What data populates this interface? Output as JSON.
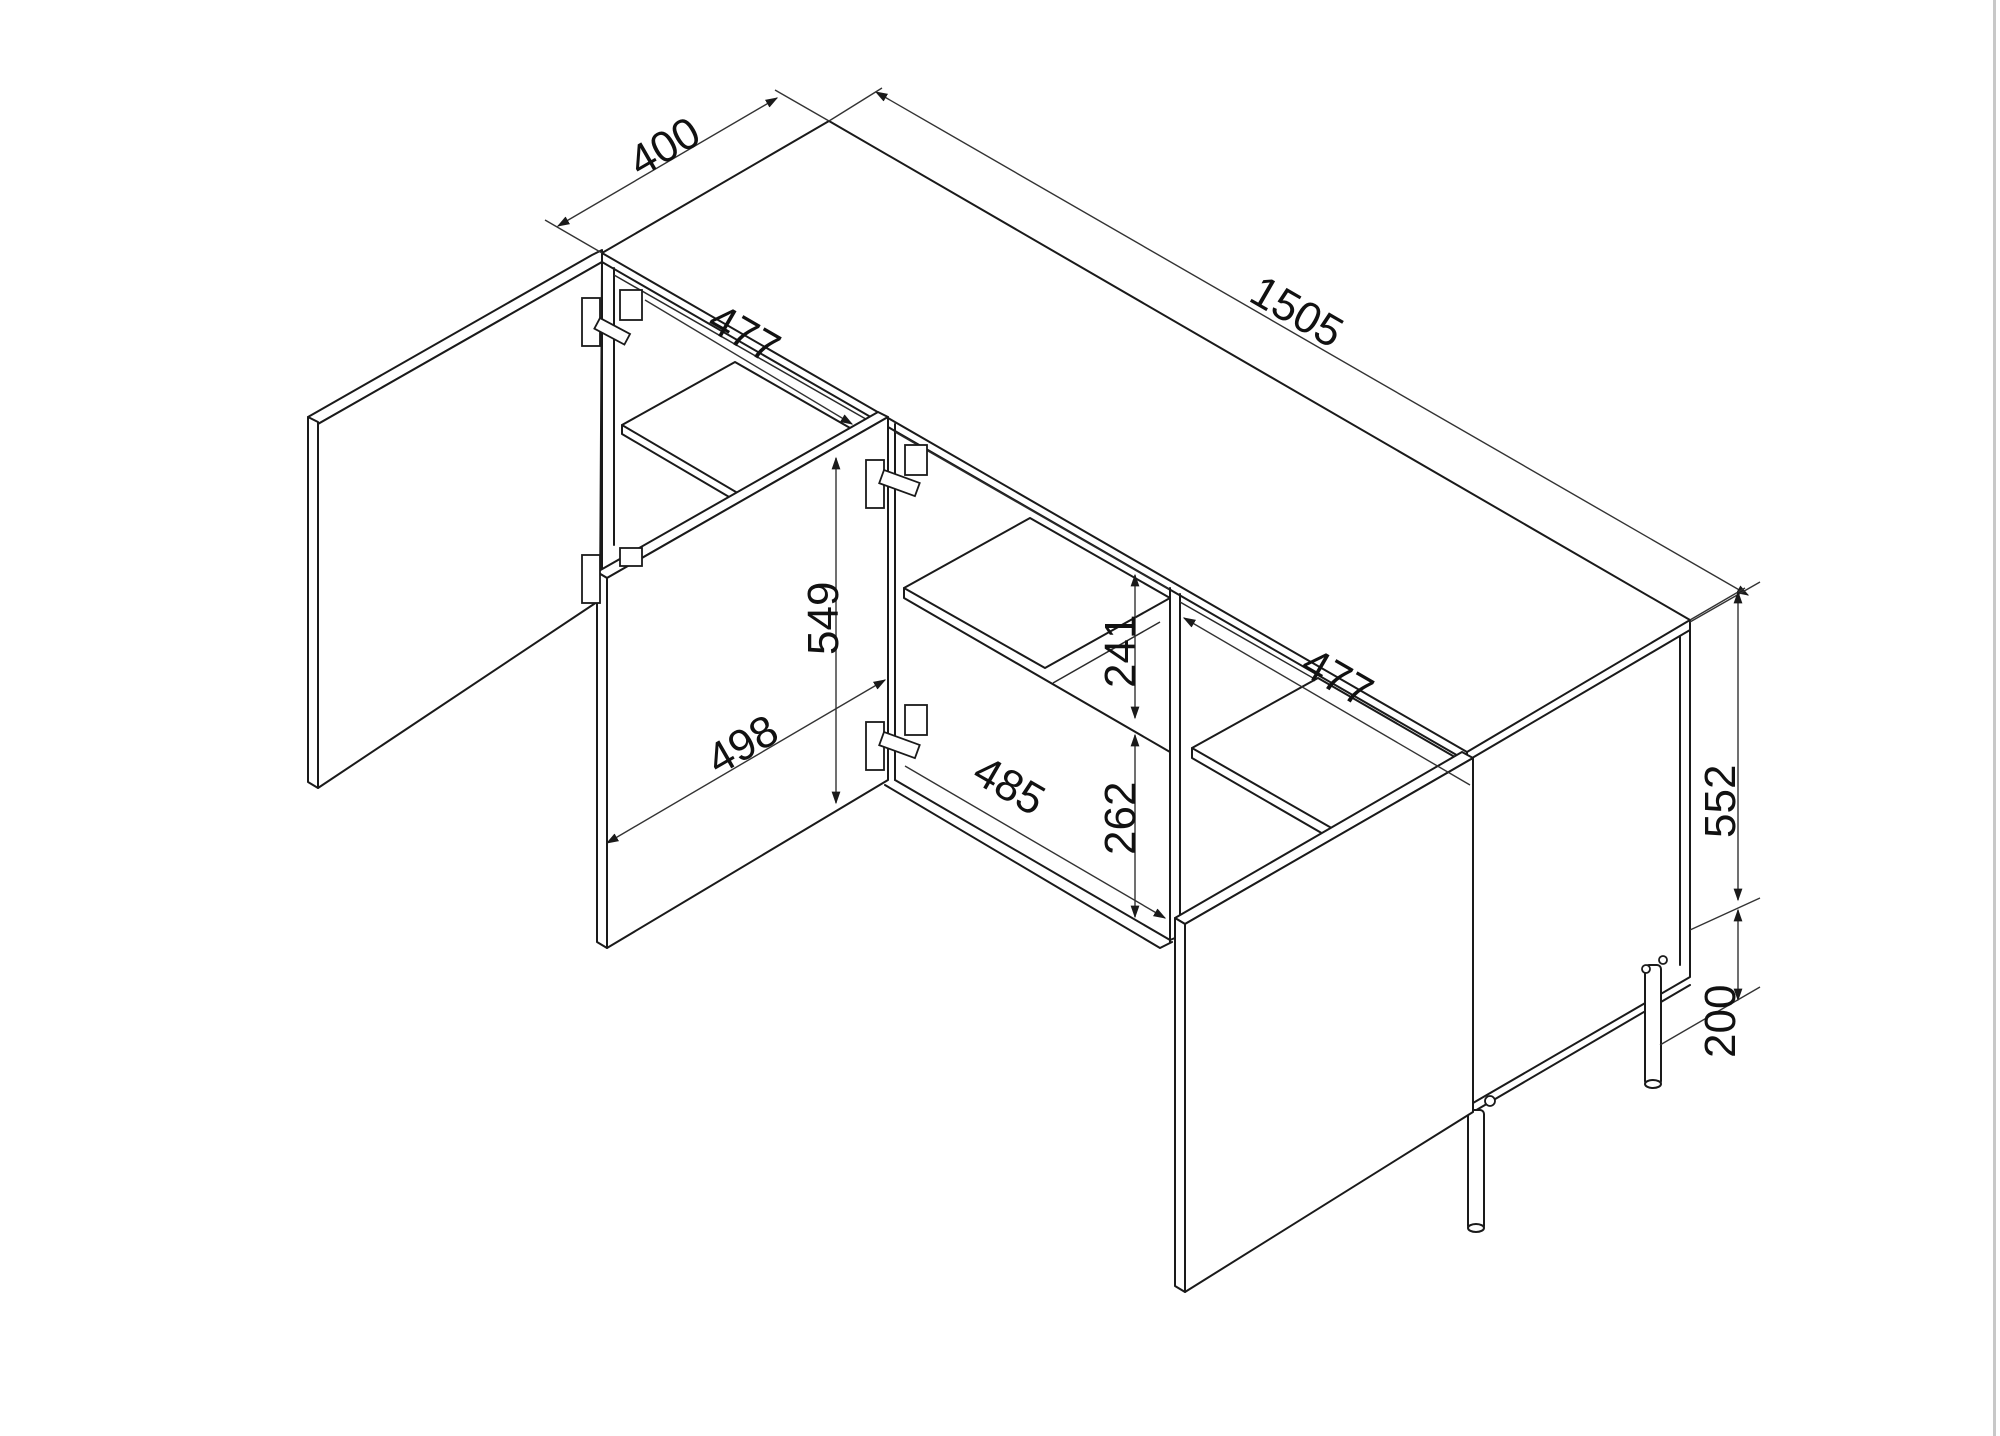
{
  "drawing": {
    "title": "Sideboard cabinet dimension drawing",
    "units": "mm",
    "line_color": "#1a1a1a",
    "background": "#ffffff"
  },
  "dimensions": {
    "depth": "400",
    "width": "1505",
    "inner_width_top_left": "477",
    "inner_width_right": "477",
    "door_height": "549",
    "door_width": "498",
    "upper_shelf_gap": "241",
    "lower_shelf_gap": "262",
    "compartment_depth": "485",
    "body_height": "552",
    "leg_height": "200"
  },
  "components": {
    "doors": [
      "left-door-open",
      "middle-door-open",
      "right-door-closed"
    ],
    "shelves": [
      "left-compartment-shelf",
      "middle-compartment-shelf",
      "right-compartment-shelf"
    ],
    "hinges": 4,
    "legs": 4
  }
}
